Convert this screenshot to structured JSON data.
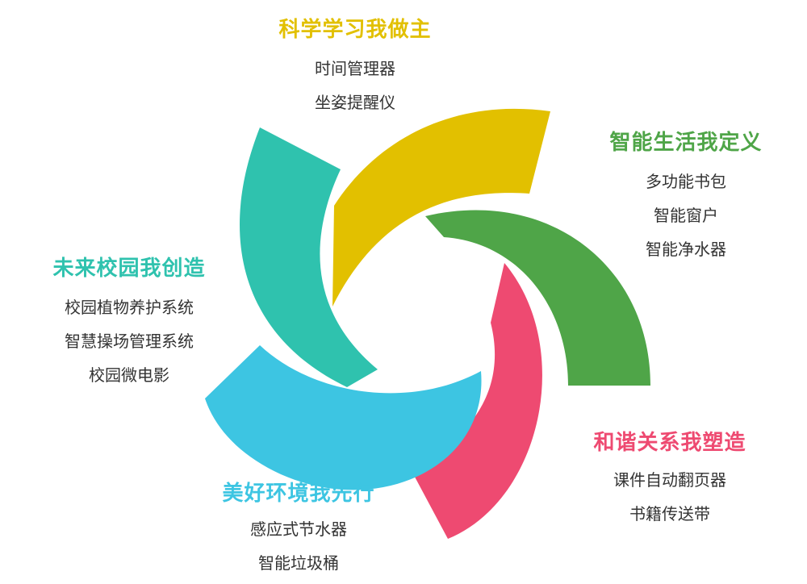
{
  "colors": {
    "yellow": "#E2C000",
    "green": "#4FA548",
    "pink": "#EE4A71",
    "cyan": "#3DC5E2",
    "teal": "#2FC2AE"
  },
  "groups": {
    "top": {
      "title": "科学学习我做主",
      "items": [
        "时间管理器",
        "坐姿提醒仪"
      ]
    },
    "right": {
      "title": "智能生活我定义",
      "items": [
        "多功能书包",
        "智能窗户",
        "智能净水器"
      ]
    },
    "left": {
      "title": "未来校园我创造",
      "items": [
        "校园植物养护系统",
        "智慧操场管理系统",
        "校园微电影"
      ]
    },
    "bottom_right": {
      "title": "和谐关系我塑造",
      "items": [
        "课件自动翻页器",
        "书籍传送带"
      ]
    },
    "bottom_left": {
      "title": "美好环境我先行",
      "items": [
        "感应式节水器",
        "智能垃圾桶"
      ]
    }
  }
}
